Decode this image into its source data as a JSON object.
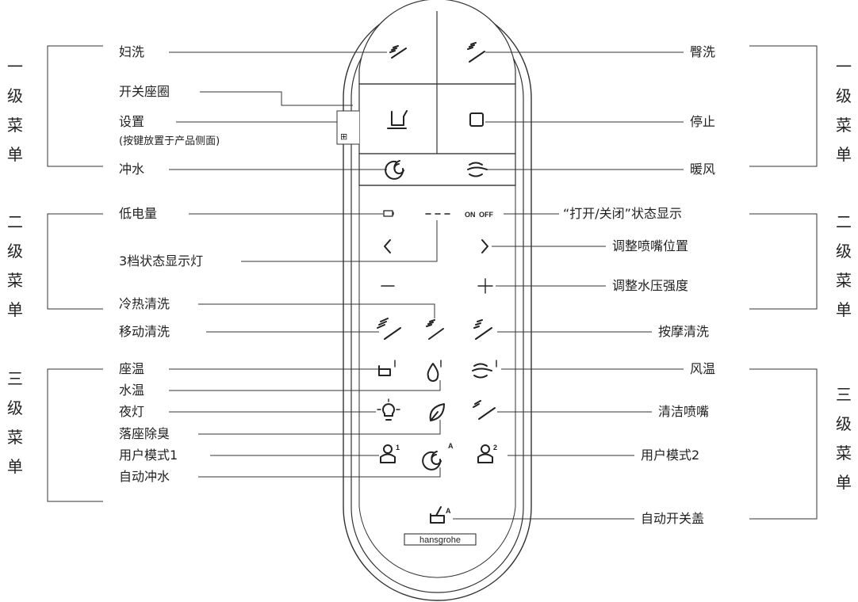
{
  "menus": {
    "level1": "一级菜单",
    "level2": "二级菜单",
    "level3": "三级菜单"
  },
  "labels": {
    "female_wash": "妇洗",
    "rear_wash": "臀洗",
    "seat_ring_toggle": "开关座圈",
    "settings": "设置",
    "settings_note": "(按键放置于产品侧面)",
    "stop": "停止",
    "flush": "冲水",
    "warm_air": "暖风",
    "low_battery": "低电量",
    "on_off_status": "“打开/关闭”状态显示",
    "three_level_lights": "3档状态显示灯",
    "nozzle_position": "调整喷嘴位置",
    "water_pressure": "调整水压强度",
    "hot_cold_wash": "冷热清洗",
    "moving_wash": "移动清洗",
    "massage_wash": "按摩清洗",
    "seat_temp": "座温",
    "air_temp": "风温",
    "water_temp": "水温",
    "night_light": "夜灯",
    "clean_nozzle": "清洁喷嘴",
    "deodorize": "落座除臭",
    "user_mode_1": "用户模式1",
    "user_mode_2": "用户模式2",
    "auto_flush": "自动冲水",
    "auto_lid": "自动开关盖"
  },
  "remote": {
    "brand": "hansgrohe",
    "on_text": "ON",
    "off_text": "OFF",
    "user1_sup": "1",
    "user2_sup": "2",
    "auto_sup": "A"
  }
}
